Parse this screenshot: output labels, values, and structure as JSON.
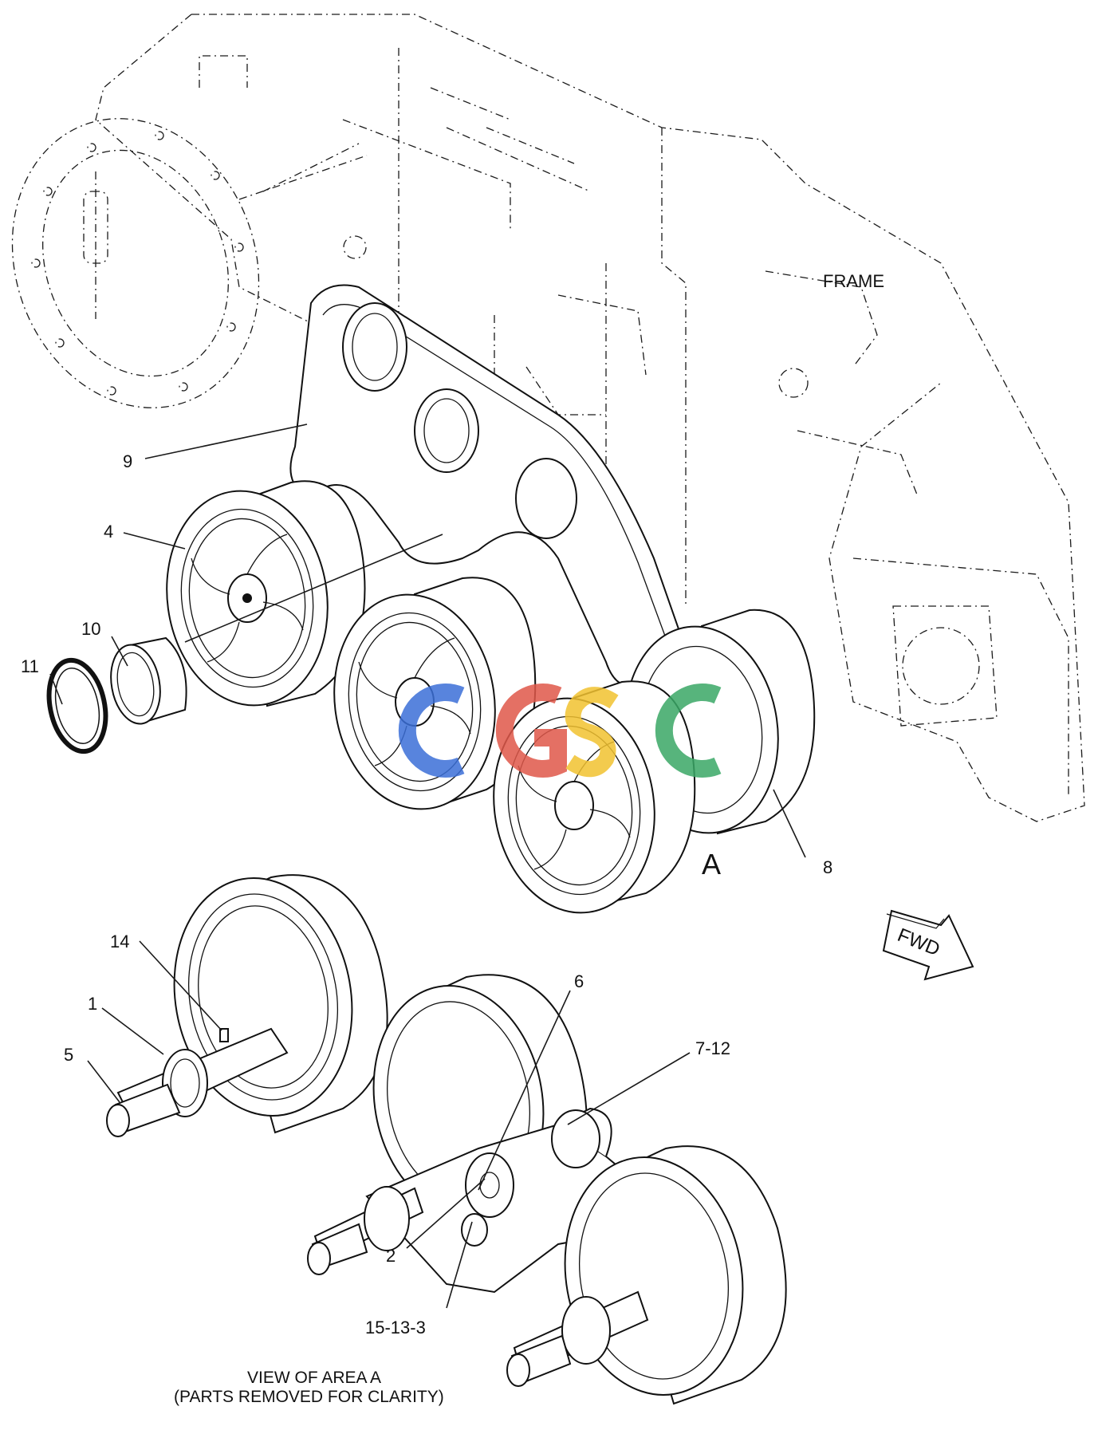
{
  "labels": {
    "frame": "FRAME",
    "area": "A",
    "fwd": "FWD",
    "l9": "9",
    "l4": "4",
    "l10": "10",
    "l11": "11",
    "l8": "8",
    "l14": "14",
    "l1": "1",
    "l5": "5",
    "l6": "6",
    "l7_12": "7-12",
    "l2": "2",
    "l15_13_3": "15-13-3"
  },
  "caption": {
    "line1": "VIEW OF AREA A",
    "line2": "(PARTS REMOVED FOR CLARITY)"
  },
  "watermark": {
    "text": "CGSC",
    "colors": [
      "#3b6fd8",
      "#e0584a",
      "#f2c230",
      "#3aa866"
    ]
  }
}
